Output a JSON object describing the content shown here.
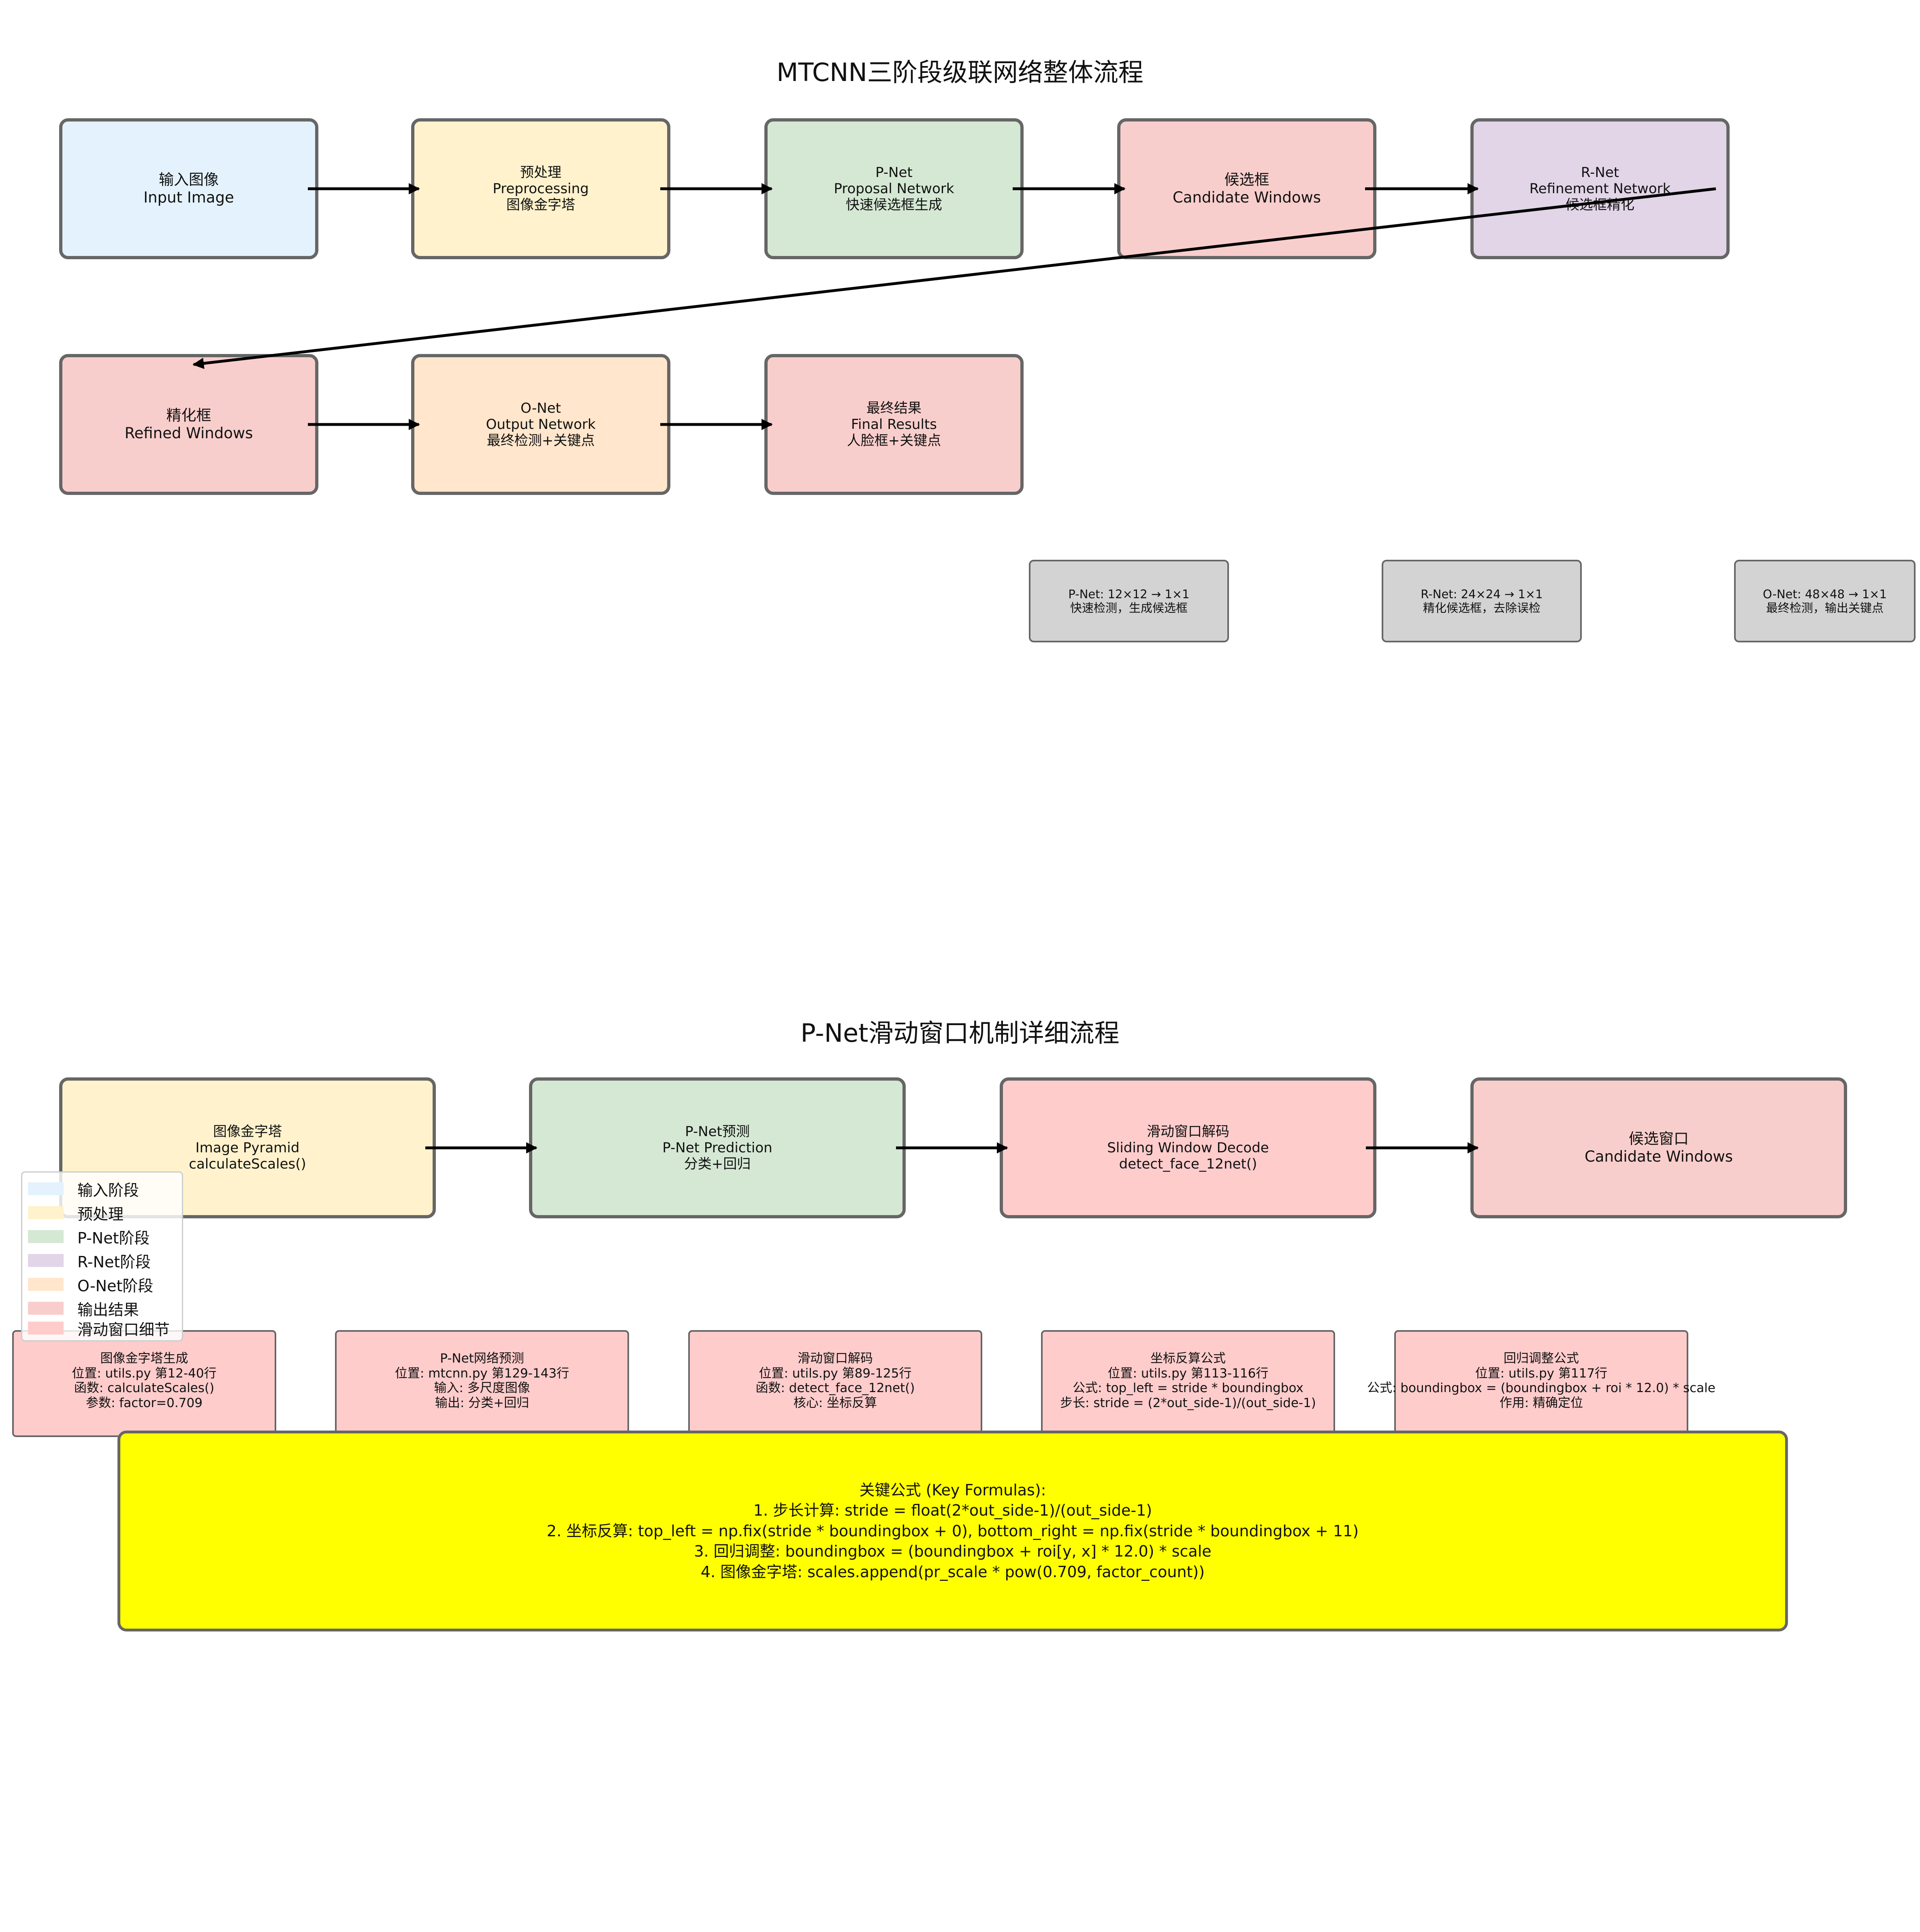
{
  "colors": {
    "input": "#e3f2fd",
    "preprocess": "#fff2cc",
    "pnet": "#d5e8d4",
    "rnet": "#e1d5e7",
    "onet": "#ffe6cc",
    "output": "#f8cecc",
    "sliding": "#ffcccc",
    "stats": "#d3d3d3",
    "formula": "#ffff00"
  },
  "diagram1": {
    "title": "MTCNN三阶段级联网络整体流程",
    "nodes": [
      {
        "lines": [
          "输入图像",
          "Input Image"
        ]
      },
      {
        "lines": [
          "预处理",
          "Preprocessing",
          "图像金字塔"
        ]
      },
      {
        "lines": [
          "P-Net",
          "Proposal Network",
          "快速候选框生成"
        ]
      },
      {
        "lines": [
          "候选框",
          "Candidate Windows"
        ]
      },
      {
        "lines": [
          "R-Net",
          "Refinement Network",
          "候选框精化"
        ]
      },
      {
        "lines": [
          "精化框",
          "Refined Windows"
        ]
      },
      {
        "lines": [
          "O-Net",
          "Output Network",
          "最终检测+关键点"
        ]
      },
      {
        "lines": [
          "最终结果",
          "Final Results",
          "人脸框+关键点"
        ]
      }
    ],
    "stats": [
      {
        "lines": [
          "P-Net: 12×12 → 1×1",
          "快速检测，生成候选框"
        ]
      },
      {
        "lines": [
          "R-Net: 24×24 → 1×1",
          "精化候选框，去除误检"
        ]
      },
      {
        "lines": [
          "O-Net: 48×48 → 1×1",
          "最终检测，输出关键点"
        ]
      }
    ]
  },
  "diagram2": {
    "title": "P-Net滑动窗口机制详细流程",
    "nodes": [
      {
        "lines": [
          "图像金字塔",
          "Image Pyramid",
          "calculateScales()"
        ]
      },
      {
        "lines": [
          "P-Net预测",
          "P-Net Prediction",
          "分类+回归"
        ]
      },
      {
        "lines": [
          "滑动窗口解码",
          "Sliding Window Decode",
          "detect_face_12net()"
        ]
      },
      {
        "lines": [
          "候选窗口",
          "Candidate Windows"
        ]
      }
    ],
    "code_notes": [
      {
        "lines": [
          "图像金字塔生成",
          "位置: utils.py 第12-40行",
          "函数: calculateScales()",
          "参数: factor=0.709"
        ]
      },
      {
        "lines": [
          "P-Net网络预测",
          "位置: mtcnn.py 第129-143行",
          "输入: 多尺度图像",
          "输出: 分类+回归"
        ]
      },
      {
        "lines": [
          "滑动窗口解码",
          "位置: utils.py 第89-125行",
          "函数: detect_face_12net()",
          "核心: 坐标反算"
        ]
      },
      {
        "lines": [
          "坐标反算公式",
          "位置: utils.py 第113-116行",
          "公式: top_left = stride * boundingbox",
          "步长: stride = (2*out_side-1)/(out_side-1)"
        ]
      },
      {
        "lines": [
          "回归调整公式",
          "位置: utils.py 第117行",
          "公式: boundingbox = (boundingbox + roi * 12.0) * scale",
          "作用: 精确定位"
        ]
      }
    ],
    "formula": {
      "lines": [
        "关键公式 (Key Formulas):",
        "1. 步长计算: stride = float(2*out_side-1)/(out_side-1)",
        "2. 坐标反算: top_left = np.fix(stride * boundingbox + 0), bottom_right = np.fix(stride * boundingbox + 11)",
        "3. 回归调整: boundingbox = (boundingbox + roi[y, x] * 12.0) * scale",
        "4. 图像金字塔: scales.append(pr_scale * pow(0.709, factor_count))"
      ]
    }
  },
  "legend": {
    "items": [
      {
        "label": "输入阶段",
        "color": "#e3f2fd"
      },
      {
        "label": "预处理",
        "color": "#fff2cc"
      },
      {
        "label": "P-Net阶段",
        "color": "#d5e8d4"
      },
      {
        "label": "R-Net阶段",
        "color": "#e1d5e7"
      },
      {
        "label": "O-Net阶段",
        "color": "#ffe6cc"
      },
      {
        "label": "输出结果",
        "color": "#f8cecc"
      },
      {
        "label": "滑动窗口细节",
        "color": "#ffcccc"
      }
    ]
  }
}
